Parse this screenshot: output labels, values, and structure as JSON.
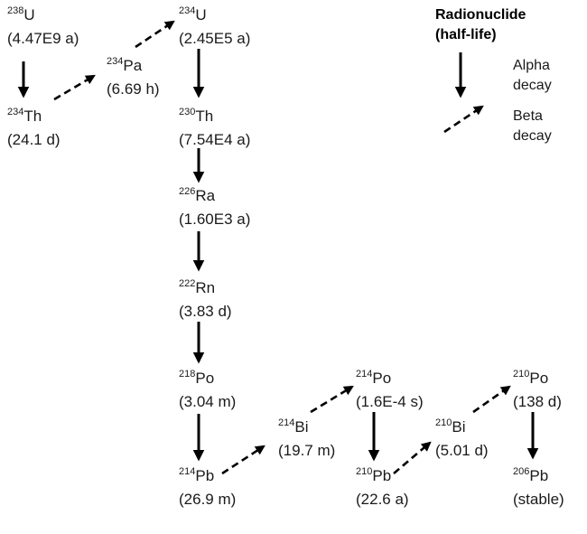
{
  "nuclides": [
    {
      "id": "u238",
      "mass": "238",
      "symbol": "U",
      "halflife": "(4.47E9 a)"
    },
    {
      "id": "th234",
      "mass": "234",
      "symbol": "Th",
      "halflife": "(24.1 d)"
    },
    {
      "id": "pa234",
      "mass": "234",
      "symbol": "Pa",
      "halflife": "(6.69 h)"
    },
    {
      "id": "u234",
      "mass": "234",
      "symbol": "U",
      "halflife": "(2.45E5 a)"
    },
    {
      "id": "th230",
      "mass": "230",
      "symbol": "Th",
      "halflife": "(7.54E4 a)"
    },
    {
      "id": "ra226",
      "mass": "226",
      "symbol": "Ra",
      "halflife": "(1.60E3 a)"
    },
    {
      "id": "rn222",
      "mass": "222",
      "symbol": "Rn",
      "halflife": "(3.83 d)"
    },
    {
      "id": "po218",
      "mass": "218",
      "symbol": "Po",
      "halflife": "(3.04 m)"
    },
    {
      "id": "pb214",
      "mass": "214",
      "symbol": "Pb",
      "halflife": "(26.9 m)"
    },
    {
      "id": "bi214",
      "mass": "214",
      "symbol": "Bi",
      "halflife": "(19.7 m)"
    },
    {
      "id": "po214",
      "mass": "214",
      "symbol": "Po",
      "halflife": "(1.6E-4 s)"
    },
    {
      "id": "pb210",
      "mass": "210",
      "symbol": "Pb",
      "halflife": "(22.6 a)"
    },
    {
      "id": "bi210",
      "mass": "210",
      "symbol": "Bi",
      "halflife": "(5.01 d)"
    },
    {
      "id": "po210",
      "mass": "210",
      "symbol": "Po",
      "halflife": "(138 d)"
    },
    {
      "id": "pb206",
      "mass": "206",
      "symbol": "Pb",
      "halflife": "(stable)"
    }
  ],
  "decays": [
    {
      "from": "u238",
      "to": "th234",
      "type": "alpha"
    },
    {
      "from": "th234",
      "to": "pa234",
      "type": "beta"
    },
    {
      "from": "pa234",
      "to": "u234",
      "type": "beta"
    },
    {
      "from": "u234",
      "to": "th230",
      "type": "alpha"
    },
    {
      "from": "th230",
      "to": "ra226",
      "type": "alpha"
    },
    {
      "from": "ra226",
      "to": "rn222",
      "type": "alpha"
    },
    {
      "from": "rn222",
      "to": "po218",
      "type": "alpha"
    },
    {
      "from": "po218",
      "to": "pb214",
      "type": "alpha"
    },
    {
      "from": "pb214",
      "to": "bi214",
      "type": "beta"
    },
    {
      "from": "bi214",
      "to": "po214",
      "type": "beta"
    },
    {
      "from": "po214",
      "to": "pb210",
      "type": "alpha"
    },
    {
      "from": "pb210",
      "to": "bi210",
      "type": "beta"
    },
    {
      "from": "bi210",
      "to": "po210",
      "type": "beta"
    },
    {
      "from": "po210",
      "to": "pb206",
      "type": "alpha"
    }
  ],
  "legend": {
    "title_line1": "Radionuclide",
    "title_line2": "(half-life)",
    "alpha_line1": "Alpha",
    "alpha_line2": "decay",
    "beta_line1": "Beta",
    "beta_line2": "decay"
  },
  "colors": {
    "arrow": "#000000",
    "text": "#1a1a1a"
  }
}
